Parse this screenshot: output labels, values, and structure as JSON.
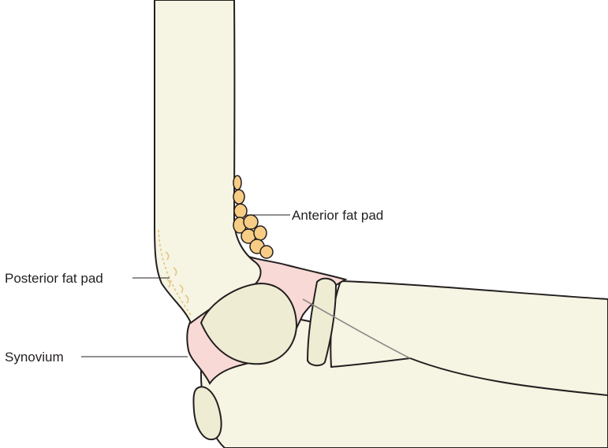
{
  "labels": {
    "anterior_fat_pad": "Anterior fat pad",
    "posterior_fat_pad": "Posterior fat pad",
    "synovium": "Synovium"
  },
  "colors": {
    "bone": "#f6f4e2",
    "bone_head": "#eeecd3",
    "synovium": "#f9d9d5",
    "fat_pad": "#f7cd85",
    "outline": "#231f20"
  }
}
